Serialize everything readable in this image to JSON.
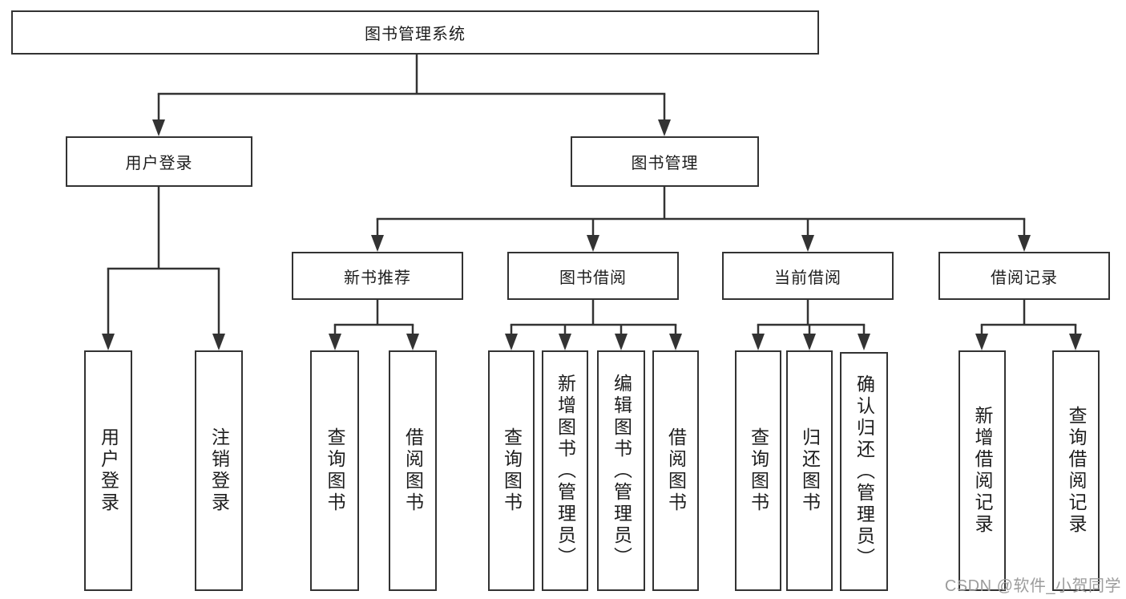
{
  "colors": {
    "line": "#333333",
    "text": "#1d1d1d",
    "watermark": "#9c9c9c",
    "bg": "#ffffff"
  },
  "diagram": {
    "root": {
      "label": "图书管理系统"
    },
    "branches": [
      {
        "label": "用户登录",
        "children": [
          {
            "label": "用户登录"
          },
          {
            "label": "注销登录"
          }
        ]
      },
      {
        "label": "图书管理",
        "children": [
          {
            "label": "新书推荐",
            "children": [
              {
                "label": "查询图书"
              },
              {
                "label": "借阅图书"
              }
            ]
          },
          {
            "label": "图书借阅",
            "children": [
              {
                "label": "查询图书"
              },
              {
                "label": "新增图书（管理员）"
              },
              {
                "label": "编辑图书（管理员）"
              },
              {
                "label": "借阅图书"
              }
            ]
          },
          {
            "label": "当前借阅",
            "children": [
              {
                "label": "查询图书"
              },
              {
                "label": "归还图书"
              },
              {
                "label": "确认归还（管理员）"
              }
            ]
          },
          {
            "label": "借阅记录",
            "children": [
              {
                "label": "新增借阅记录"
              },
              {
                "label": "查询借阅记录"
              }
            ]
          }
        ]
      }
    ]
  },
  "watermark": {
    "text": "CSDN @软件_小贺同学"
  }
}
